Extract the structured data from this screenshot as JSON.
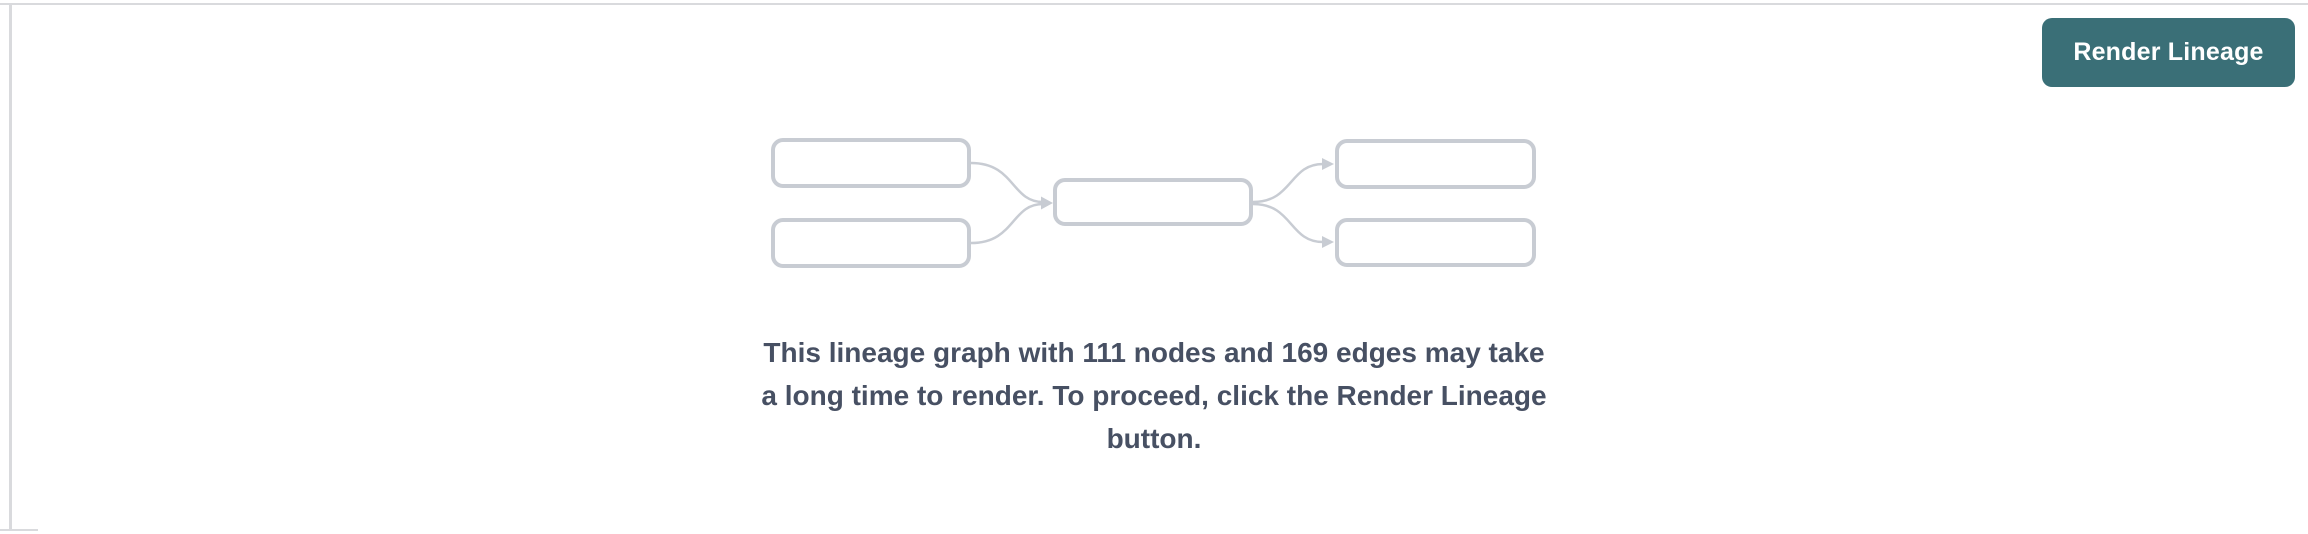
{
  "colors": {
    "background": "#ffffff",
    "frame_line": "#d9dadd",
    "accent_teal": "#3a6f77",
    "button_text": "#ffffff",
    "node_gray": "#c8ccd3",
    "text_slate": "#475063"
  },
  "toolbar": {
    "render_lineage_label": "Render Lineage"
  },
  "lineage_placeholder": {
    "node_count": "111",
    "edge_count": "169",
    "message": "This lineage graph with 111 nodes and 169 edges may take a long time to render. To proceed, click the Render Lineage button.",
    "message_lines": [
      "This lineage graph with 111 nodes and 169 edges may take",
      "a long time to render. To proceed, click the Render Lineage",
      "button."
    ]
  }
}
